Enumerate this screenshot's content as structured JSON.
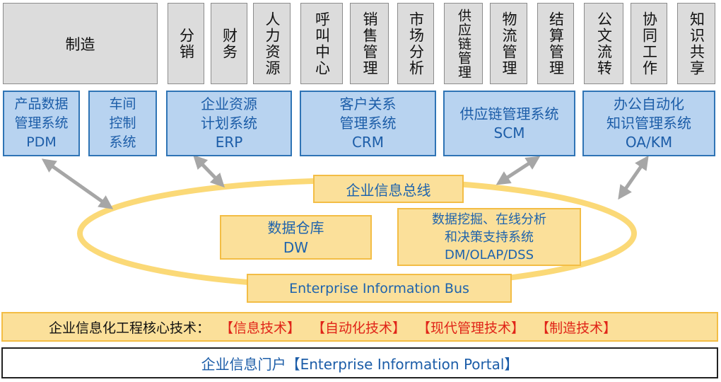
{
  "modules": [
    {
      "id": "zhizao",
      "label": "制造"
    },
    {
      "id": "fenxiao",
      "label": "分销"
    },
    {
      "id": "caiwu",
      "label": "财务"
    },
    {
      "id": "renli",
      "label": "人力资源"
    },
    {
      "id": "hujiao",
      "label": "呼叫中心"
    },
    {
      "id": "xiaoshou",
      "label": "销售管理"
    },
    {
      "id": "shichang",
      "label": "市场分析"
    },
    {
      "id": "gongying",
      "label": "供应链管理"
    },
    {
      "id": "wuliu",
      "label": "物流管理"
    },
    {
      "id": "jiesuan",
      "label": "结算管理"
    },
    {
      "id": "gongwen",
      "label": "公文流转"
    },
    {
      "id": "xietong",
      "label": "协同工作"
    },
    {
      "id": "zhishi",
      "label": "知识共享"
    }
  ],
  "systems": {
    "pdm": {
      "line1": "产品数据",
      "line2": "管理系统",
      "line3": "PDM"
    },
    "workshop": {
      "line1": "车间",
      "line2": "控制",
      "line3": "系统"
    },
    "erp": {
      "line1": "企业资源",
      "line2": "计划系统",
      "line3": "ERP"
    },
    "crm": {
      "line1": "客户关系",
      "line2": "管理系统",
      "line3": "CRM"
    },
    "scm": {
      "line1": "供应链管理系统",
      "line2": "SCM"
    },
    "oakm": {
      "line1": "办公自动化",
      "line2": "知识管理系统",
      "line3": "OA/KM"
    }
  },
  "bus": {
    "title_cn": "企业信息总线",
    "title_en": "Enterprise Information Bus",
    "dw": {
      "line1": "数据仓库",
      "line2": "DW"
    },
    "dss": {
      "line1": "数据挖掘、在线分析",
      "line2": "和决策支持系统",
      "line3": "DM/OLAP/DSS"
    }
  },
  "core_tech": {
    "prefix": "企业信息化工程核心技术：",
    "items": [
      "【信息技术】",
      "【自动化技术】",
      "【现代管理技术】",
      "【制造技术】"
    ]
  },
  "portal": {
    "label": "企业信息门户【Enterprise Information Portal】"
  },
  "colors": {
    "blue_fill": "#b8d3f0",
    "blue_border": "#2f74b5",
    "yellow_fill": "#fbe09a",
    "yellow_border": "#f3bd45",
    "red": "#e02418",
    "arrow": "#a6a6a6"
  }
}
